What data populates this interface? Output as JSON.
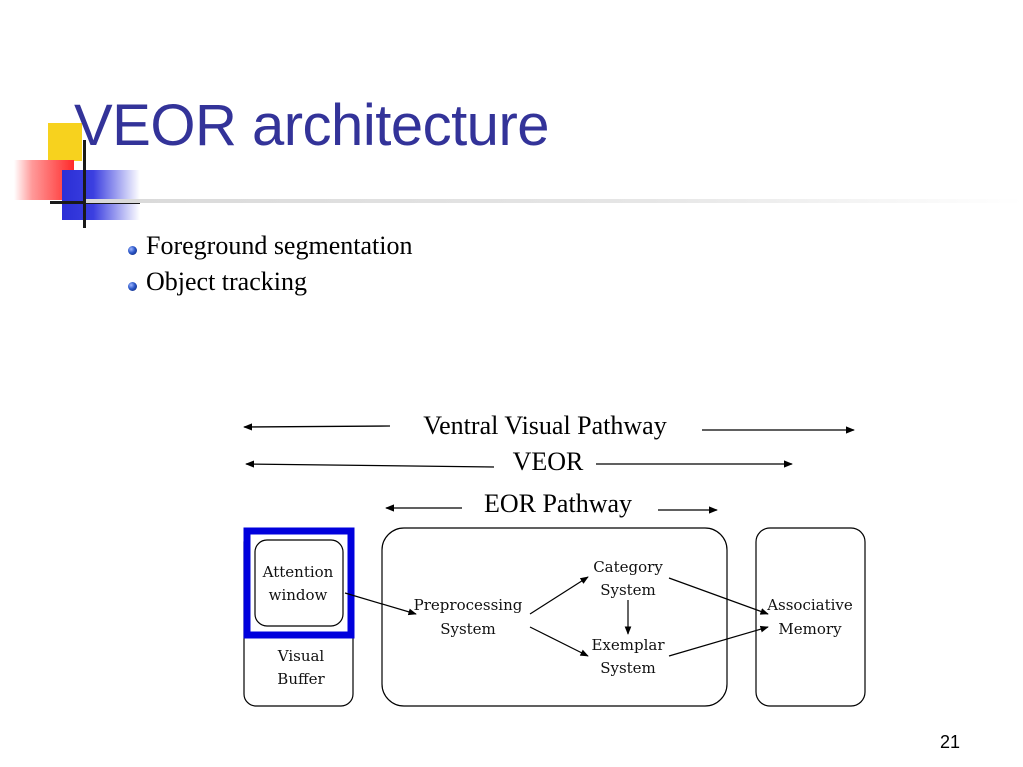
{
  "slide": {
    "title": "VEOR architecture",
    "bullets": [
      "Foreground segmentation",
      "Object tracking"
    ],
    "page_number": "21"
  },
  "diagram": {
    "pathways": {
      "ventral": "Ventral Visual Pathway",
      "veor": "VEOR",
      "eor": "EOR Pathway"
    },
    "boxes": {
      "attention_window": [
        "Attention",
        "window"
      ],
      "visual_buffer": [
        "Visual",
        "Buffer"
      ],
      "preprocessing": [
        "Preprocessing",
        "System"
      ],
      "category": [
        "Category",
        "System"
      ],
      "exemplar": [
        "Exemplar",
        "System"
      ],
      "associative": [
        "Associative",
        "Memory"
      ]
    },
    "highlight_color": "#0000dd"
  }
}
